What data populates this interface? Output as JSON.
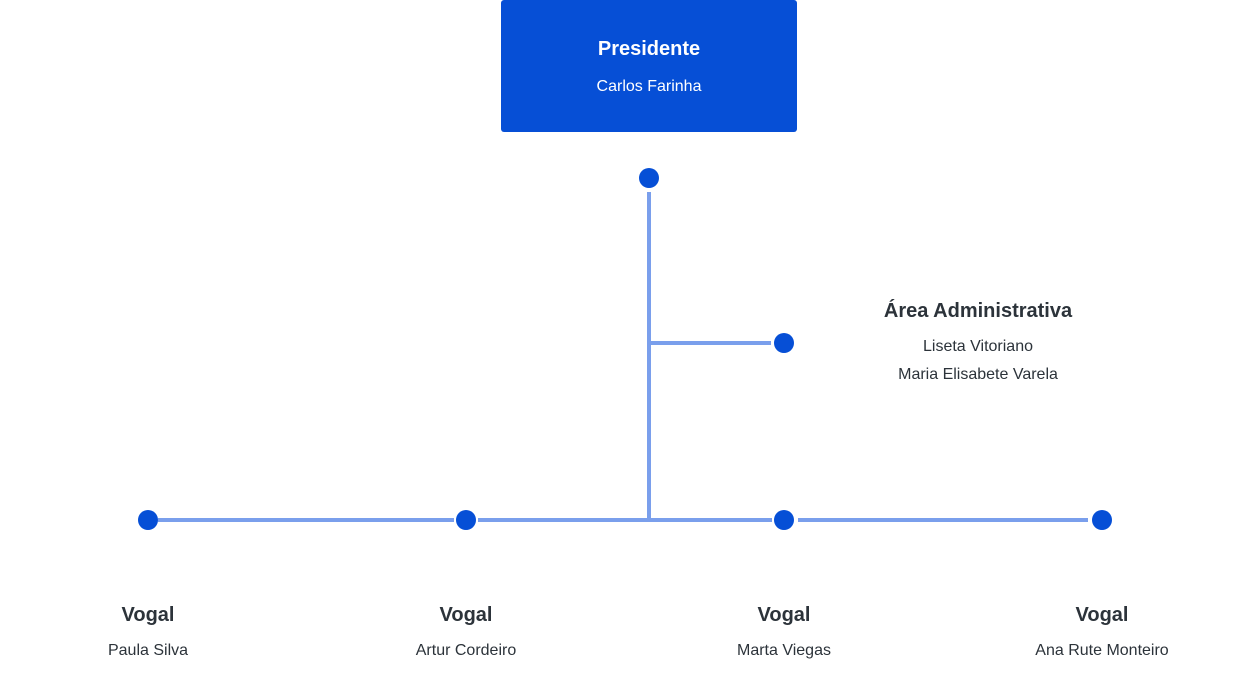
{
  "president": {
    "title": "Presidente",
    "name": "Carlos Farinha"
  },
  "admin_area": {
    "title": "Área Administrativa",
    "members": [
      "Liseta Vitoriano",
      "Maria Elisabete Varela"
    ]
  },
  "vogais": [
    {
      "title": "Vogal",
      "name": "Paula Silva"
    },
    {
      "title": "Vogal",
      "name": "Artur Cordeiro"
    },
    {
      "title": "Vogal",
      "name": "Marta Viegas"
    },
    {
      "title": "Vogal",
      "name": "Ana Rute Monteiro"
    }
  ],
  "colors": {
    "primary": "#064fd6",
    "connector": "#7a9fec",
    "text": "#2c333a"
  }
}
